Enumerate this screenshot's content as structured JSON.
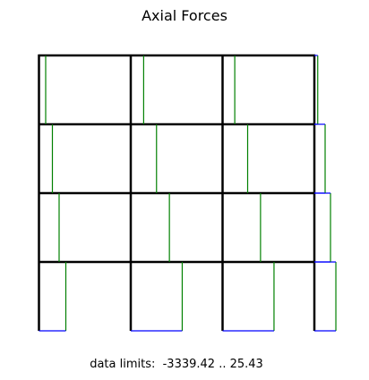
{
  "title": "Axial Forces",
  "caption": "data limits:  -3339.42 .. 25.43",
  "colors": {
    "frame": "#000000",
    "compression": "#008000",
    "tension": "#0000ff",
    "background": "#ffffff"
  },
  "structure": {
    "bays": 3,
    "stories": 4
  },
  "axial_diagram": {
    "units": "force",
    "data_limits": [
      -3339.42,
      25.43
    ],
    "columns": [
      {
        "line": 1,
        "story_values": [
          -1744.0,
          -1308.0,
          -872.0,
          -436.0
        ]
      },
      {
        "line": 2,
        "story_values": [
          -3339.42,
          -2508.0,
          -1672.0,
          -836.0
        ]
      },
      {
        "line": 3,
        "story_values": [
          -3339.42,
          -2464.0,
          -1628.0,
          -792.0
        ]
      },
      {
        "line": 4,
        "story_values": [
          -1396.0,
          -1047.0,
          -698.0,
          -218.0
        ]
      }
    ]
  }
}
